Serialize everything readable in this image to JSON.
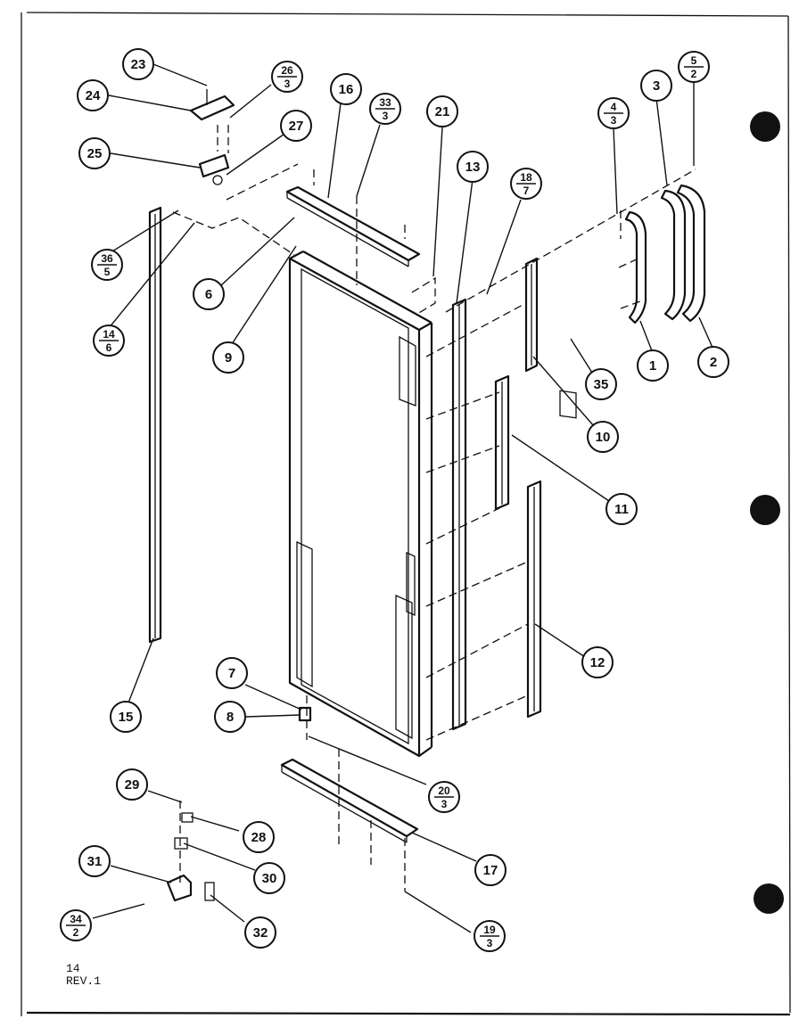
{
  "callouts": [
    {
      "id": "23",
      "label": "23"
    },
    {
      "id": "24",
      "label": "24"
    },
    {
      "id": "26-3",
      "label": "26",
      "qty": "3"
    },
    {
      "id": "25",
      "label": "25"
    },
    {
      "id": "27",
      "label": "27"
    },
    {
      "id": "16",
      "label": "16"
    },
    {
      "id": "33-3",
      "label": "33",
      "qty": "3"
    },
    {
      "id": "21",
      "label": "21"
    },
    {
      "id": "13",
      "label": "13"
    },
    {
      "id": "18-7",
      "label": "18",
      "qty": "7"
    },
    {
      "id": "4-3",
      "label": "4",
      "qty": "3"
    },
    {
      "id": "3",
      "label": "3"
    },
    {
      "id": "5-2",
      "label": "5",
      "qty": "2"
    },
    {
      "id": "36-5",
      "label": "36",
      "qty": "5"
    },
    {
      "id": "6",
      "label": "6"
    },
    {
      "id": "14-6",
      "label": "14",
      "qty": "6"
    },
    {
      "id": "9",
      "label": "9"
    },
    {
      "id": "1",
      "label": "1"
    },
    {
      "id": "2",
      "label": "2"
    },
    {
      "id": "35",
      "label": "35"
    },
    {
      "id": "10",
      "label": "10"
    },
    {
      "id": "11",
      "label": "11"
    },
    {
      "id": "12",
      "label": "12"
    },
    {
      "id": "15",
      "label": "15"
    },
    {
      "id": "7",
      "label": "7"
    },
    {
      "id": "8",
      "label": "8"
    },
    {
      "id": "20-3",
      "label": "20",
      "qty": "3"
    },
    {
      "id": "29",
      "label": "29"
    },
    {
      "id": "28",
      "label": "28"
    },
    {
      "id": "30",
      "label": "30"
    },
    {
      "id": "31",
      "label": "31"
    },
    {
      "id": "17",
      "label": "17"
    },
    {
      "id": "34-2",
      "label": "34",
      "qty": "2"
    },
    {
      "id": "32",
      "label": "32"
    },
    {
      "id": "19-3",
      "label": "19",
      "qty": "3"
    }
  ],
  "footer": {
    "page_number": "14",
    "revision": "REV.1"
  }
}
